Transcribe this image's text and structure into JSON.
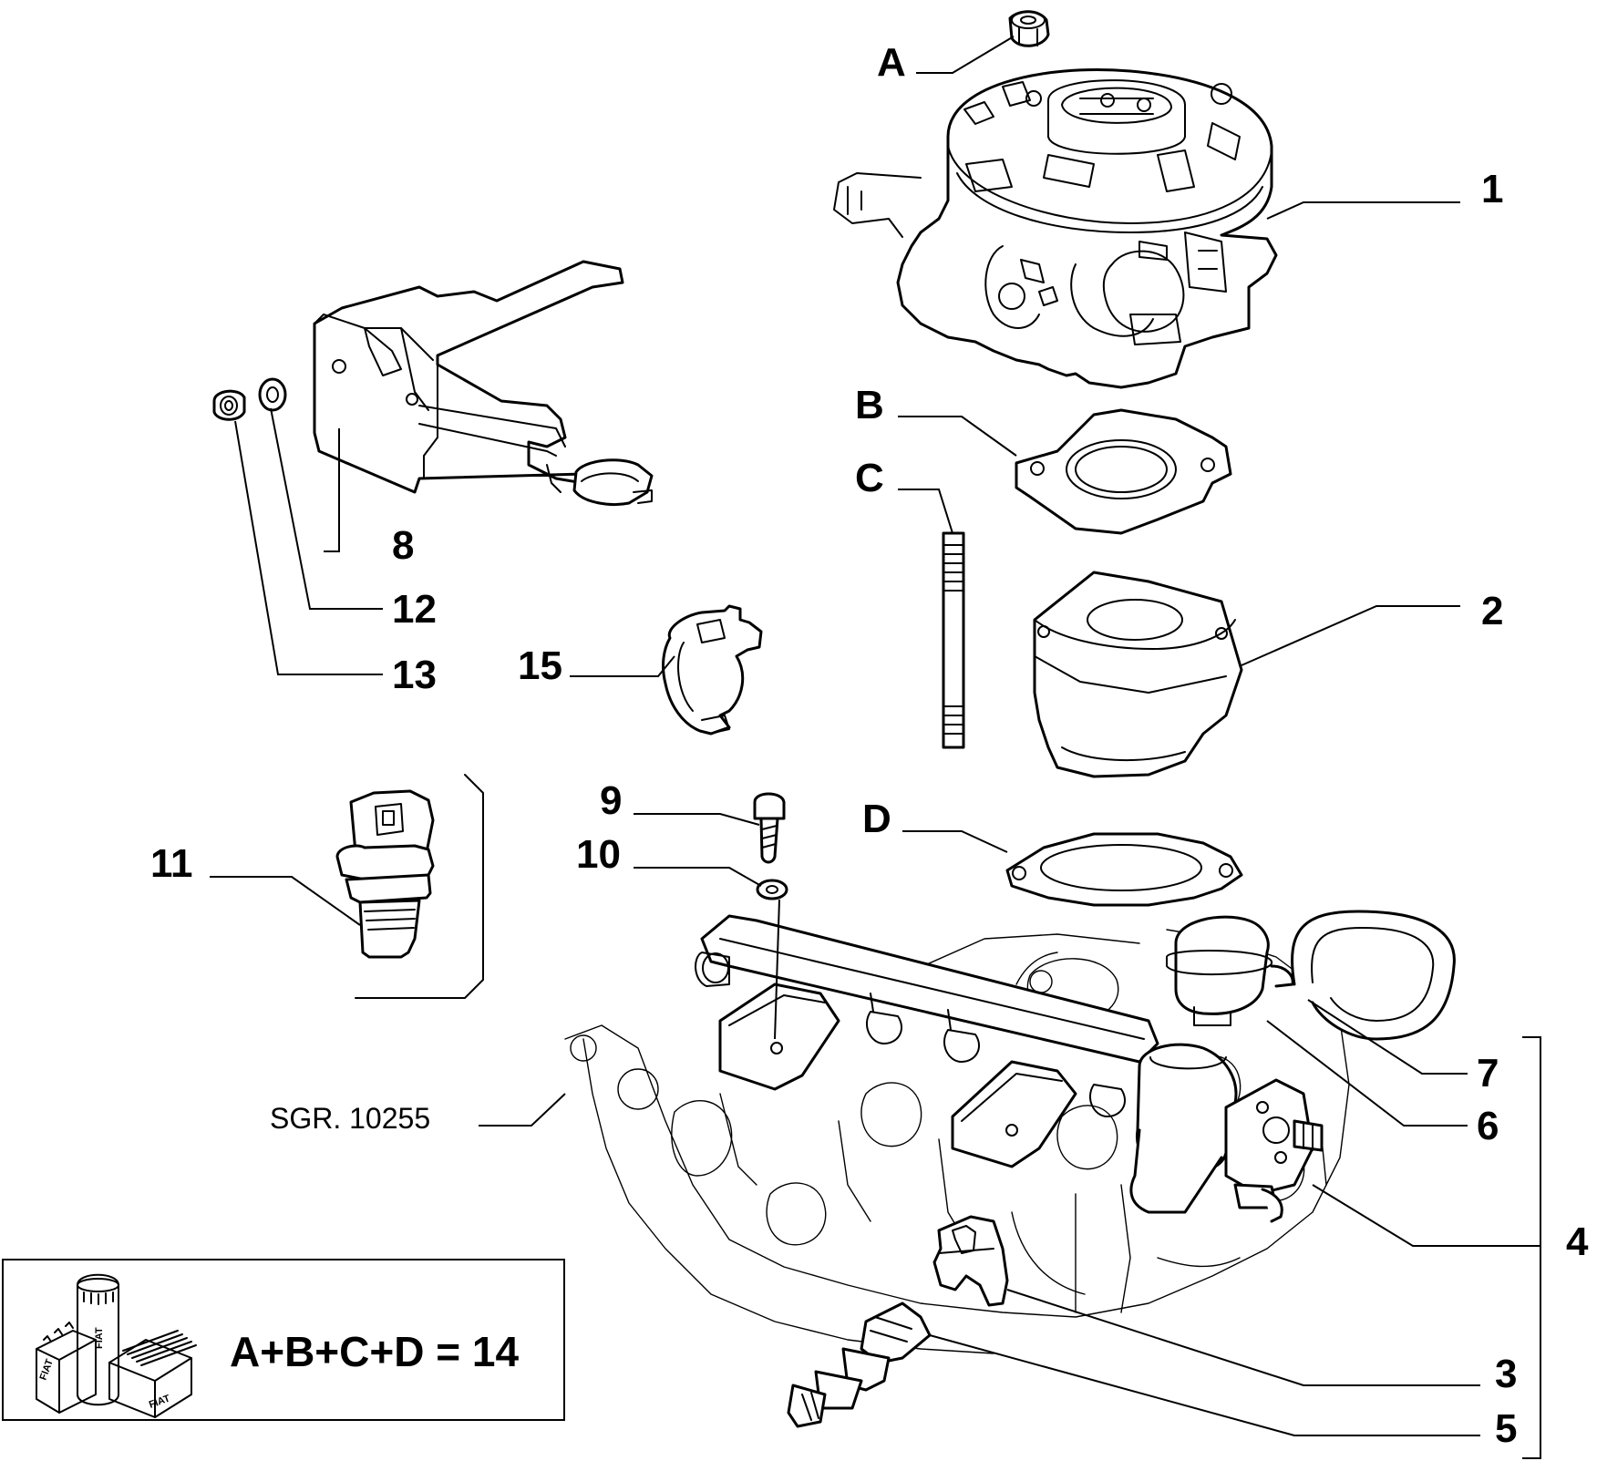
{
  "callouts": {
    "A": "A",
    "B": "B",
    "C": "C",
    "D": "D",
    "p1": "1",
    "p2": "2",
    "p3": "3",
    "p4": "4",
    "p5": "5",
    "p6": "6",
    "p7": "7",
    "p8": "8",
    "p9": "9",
    "p10": "10",
    "p11": "11",
    "p12": "12",
    "p13": "13",
    "p15": "15"
  },
  "reference": "SGR. 10255",
  "kit": {
    "formula": "A+B+C+D = 14",
    "logo_text": "FIAT",
    "icon": "fiat-kit-boxes-icon"
  }
}
